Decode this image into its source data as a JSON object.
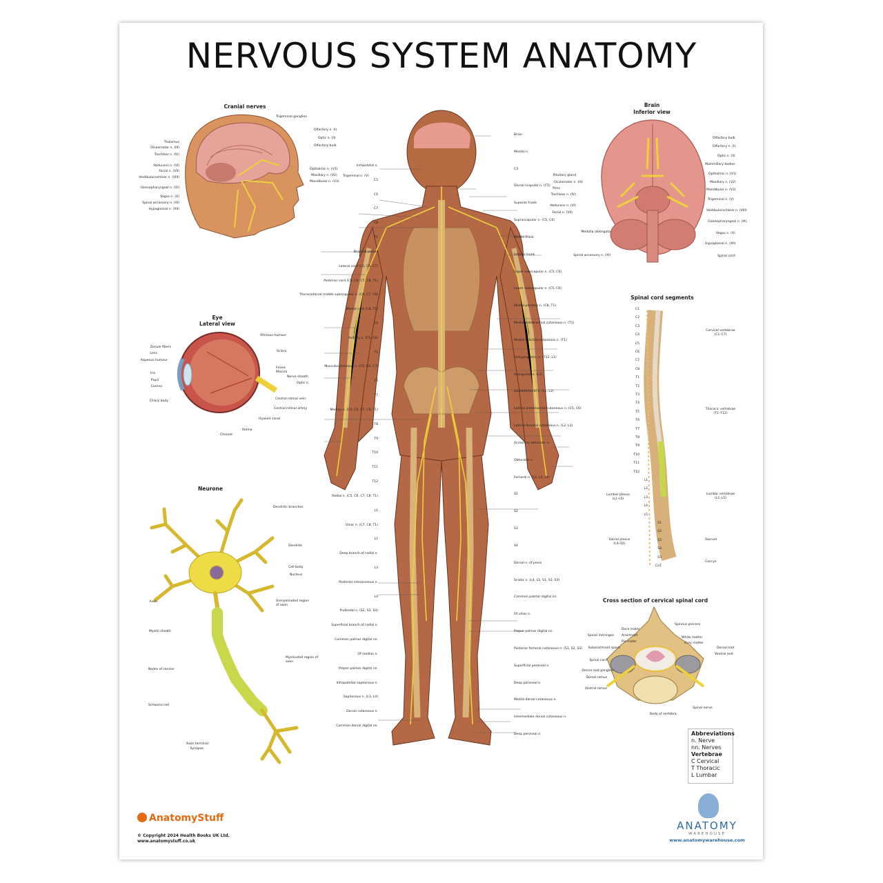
{
  "title": "NERVOUS SYSTEM ANATOMY",
  "panels": {
    "cranial": {
      "title": "Cranial nerves",
      "left_labels": [
        "Thalamus",
        "Oculomotor n. (III)",
        "Trochlear n. (IV)",
        "Abducens n. (VI)",
        "Facial n. (VII)",
        "Vestibulocochlear n. (VIII)",
        "Glossopharyngeal n. (IX)",
        "Vagus n. (X)",
        "Spinal accessory n. (XI)",
        "Hypoglossal n. (XII)"
      ],
      "right_labels": [
        "Trigeminal ganglion",
        "Olfactory n. (I)",
        "Optic n. (II)",
        "Olfactory bulb",
        "Opthalmic n. (V1)",
        "Maxillary n. (V2)",
        "Mandibular n. (V3)"
      ],
      "bracket_label": "Trigeminal n. (V)"
    },
    "brain": {
      "title": "Brain",
      "subtitle": "Inferior view",
      "left_labels": [
        "Pituitary gland",
        "Oculomotor n. (III)",
        "Pons",
        "Trochlear n. (IV)",
        "Abducens n. (VI)",
        "Facial n. (VII)",
        "Medulla oblongata",
        "Spinal accessory n. (XI)"
      ],
      "right_labels": [
        "Olfactory bulb",
        "Olfactory n. (I)",
        "Optic n. (II)",
        "Mammillary bodies",
        "Opthalmic n. (V1)",
        "Maxillary n. (V2)",
        "Mandibular n. (V3)",
        "Trigeminal n. (V)",
        "Vestibulocochlear n. (VIII)",
        "Glossopharyngeal n. (IX)",
        "Vagus n. (X)",
        "Hypoglossal n. (XII)",
        "Spinal cord"
      ]
    },
    "eye": {
      "title": "Eye",
      "subtitle": "Lateral view",
      "left_labels": [
        "Zonule fibers",
        "Lens",
        "Aqueous humour",
        "Iris",
        "Pupil",
        "Cornea",
        "Ciliary body"
      ],
      "right_labels": [
        "Vitreous humour",
        "Sclera",
        "Fovea",
        "Macula",
        "Nerve sheath",
        "Optic n.",
        "Central retinal vein",
        "Central retinal artery",
        "Hyaloid canal",
        "Retina",
        "Choroid"
      ]
    },
    "spinal": {
      "title": "Spinal cord segments",
      "segments_left": [
        "C1",
        "C2",
        "C3",
        "C4",
        "C5",
        "C6",
        "C7",
        "C8",
        "T1",
        "T2",
        "T3",
        "T4",
        "T5",
        "T6",
        "T7",
        "T8",
        "T9",
        "T10",
        "T11",
        "T12",
        "L1",
        "L2",
        "L3",
        "L4",
        "L5",
        "S1",
        "S2",
        "S3",
        "S4",
        "S5",
        "Co1"
      ],
      "plexus_labels": [
        "Lumbar plexus (L1–L5)",
        "Sacral plexus (L4–S5)"
      ],
      "regions": [
        "Cervical vertebrae (C1–C7)",
        "Thoracic vertebrae (T1–T12)",
        "Lumbar vertebrae (L1–L5)",
        "Sacrum",
        "Coccyx"
      ]
    },
    "neurone": {
      "title": "Neurone",
      "labels": [
        "Dendritic branches",
        "Dendrite",
        "Cell body",
        "Nucleus",
        "Axon",
        "Unmyelinated region of axon",
        "Myelin sheath",
        "Myelinated region of axon",
        "Nodes of ranvier",
        "Schwann cell",
        "Axon terminal",
        "Synapse"
      ]
    },
    "cross": {
      "title": "Cross section of cervical spinal cord",
      "labels": [
        "Spinous process",
        "Dura mater",
        "Arachnoid",
        "Pia mater",
        "White matter",
        "Grey matter",
        "Spinal meninges",
        "Subarachnoid space",
        "Dorsal root",
        "Ventral root",
        "Spinal cord",
        "Dorsal root ganglion",
        "Dorsal ramus",
        "Ventral ramus",
        "Spinal nerve",
        "Body of vertebra"
      ]
    },
    "body": {
      "left_labels": [
        "Infraorbital n.",
        "C5",
        "C6",
        "C7",
        "C8",
        "T1",
        "Brachial plexus",
        "Lateral cord (C5, C6, C7)",
        "Posterior cord (C5, C6, C7, C8, T1)",
        "Thoracodorsal middle subscapular n. (C6, C7, C8)",
        "Medial cord (C8, T1)",
        "T4",
        "Axillary n. (C5, C6)",
        "T5",
        "Musculocutaneous n. (C5, C6, C7)",
        "T6",
        "T7",
        "Median n. (C5, C6, C7, C8, T1)",
        "T8",
        "T9",
        "T10",
        "T11",
        "T12",
        "Radial n. (C5, C6, C7, C8, T1)",
        "L1",
        "Ulnar n. (C7, C8, T1)",
        "L2",
        "Deep branch of radial n.",
        "L3",
        "Posterior interosseous n.",
        "L4",
        "Pudendal n. (S2, S3, S4)",
        "Superficial branch of radial n.",
        "Common palmar digital nn.",
        "Of median n.",
        "Proper palmar digital nn.",
        "Infrapatellar saphenous n.",
        "Saphenous n. (L3, L4)",
        "Dorsal cutaneous n.",
        "Common dorsal digital nn."
      ],
      "right_labels": [
        "Brain",
        "Mental n.",
        "C4",
        "Dorsal scapular n. (C5)",
        "Superior trunk",
        "Suprascapular n. (C5, C6)",
        "Middle trunk",
        "Inferior trunk",
        "Upper subscapular n. (C5, C6)",
        "Lower subscapular n. (C5, C6)",
        "Medial pectoral n. (C8, T1)",
        "Medial antebrachial cutaneous n. (T1)",
        "Medial brachial cutaneous n. (T1)",
        "Iliohypogastric n. (T12, L1)",
        "Ilioinguinal n. (L1)",
        "Genitofemoral n. (L1, L2)",
        "Lateral antebrachial cutaneous n. (C5, C6)",
        "Lateral femoral cutaneous n. (L2, L3)",
        "Accessory obturator n.",
        "Obturator n.",
        "Femoral n. (L2, L3, L4)",
        "S1",
        "S2",
        "S3",
        "S4",
        "Dorsal n. of penis",
        "Sciatic n. (L4, L5, S1, S2, S3)",
        "Common palmar digital nn.",
        "Of ulnar n.",
        "Proper palmar digital nn.",
        "Posterior femoral cutaneous n. (S1, S2, S3)",
        "Superficial peroneal n.",
        "Deep peroneal n.",
        "Medial dorsal cutaneous n.",
        "Intermediate dorsal cutaneous n.",
        "Deep peroneal n."
      ]
    }
  },
  "abbreviations": {
    "title": "Abbreviations",
    "items": [
      "n.  Nerve",
      "nn.  Nerves"
    ],
    "vert_title": "Vertebrae",
    "vert_items": [
      "C  Cervical",
      "T  Thoracic",
      "L  Lumbar"
    ]
  },
  "footer": {
    "brand": "AnatomyStuff",
    "copyright": "© Copyright 2024 Health Books UK Ltd.",
    "url": "www.anatomystuff.co.uk",
    "aw_name": "ANATOMY",
    "aw_sub": "WAREHOUSE",
    "aw_url": "www.anatomywarehouse.com"
  },
  "colors": {
    "nerve": "#e9d23a",
    "skin": "#b8613a",
    "bone": "#d8b37a",
    "brain": "#e59a8e"
  }
}
